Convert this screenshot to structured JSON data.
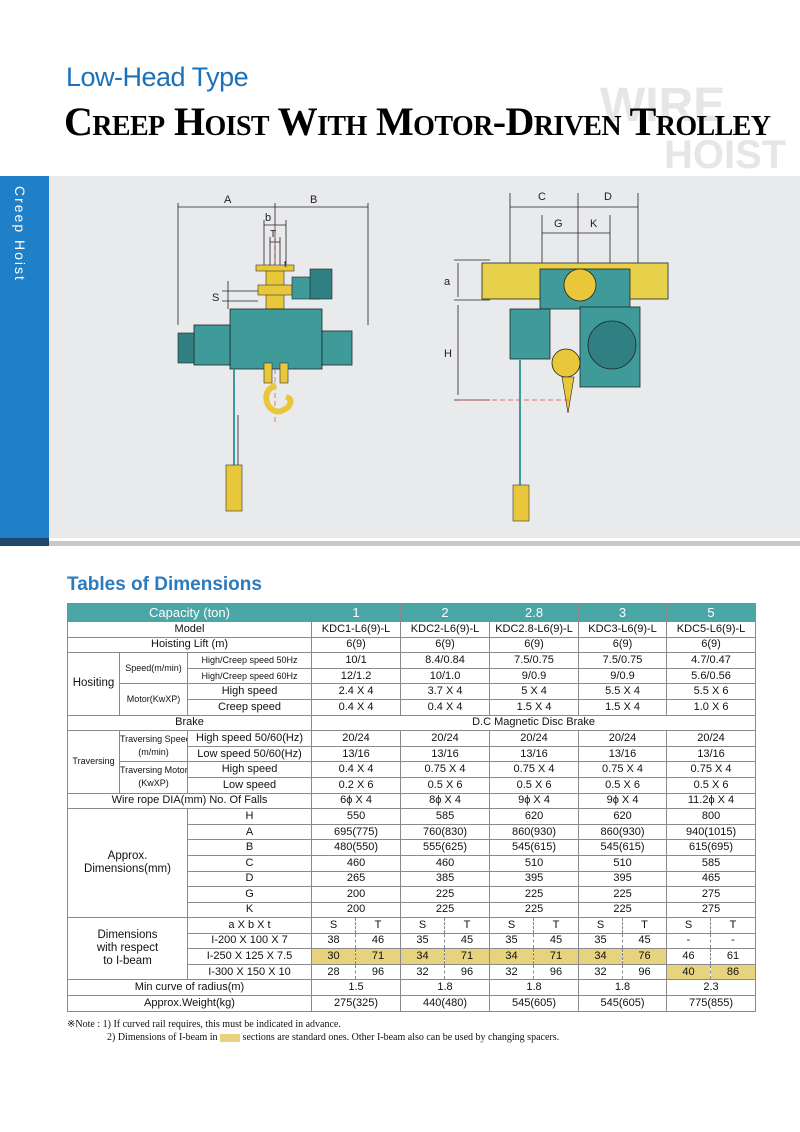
{
  "header": {
    "subtitle": "Low-Head Type",
    "title": "Creep Hoist With Motor-Driven Trolley",
    "watermark_line1": "WIRE",
    "watermark_line2": "HOIST"
  },
  "side_tab": {
    "label": "Creep Hoist"
  },
  "diagram_left": {
    "labels": {
      "A": "A",
      "B": "B",
      "b": "b",
      "T": "T",
      "t": "t",
      "S": "S"
    }
  },
  "diagram_right": {
    "labels": {
      "C": "C",
      "D": "D",
      "G": "G",
      "K": "K",
      "a": "a",
      "H": "H"
    }
  },
  "section_title": "Tables of Dimensions",
  "table": {
    "capacity_label": "Capacity (ton)",
    "capacities": [
      "1",
      "2",
      "2.8",
      "3",
      "5"
    ],
    "model_label": "Model",
    "models": [
      "KDC1-L6(9)-L",
      "KDC2-L6(9)-L",
      "KDC2.8-L6(9)-L",
      "KDC3-L6(9)-L",
      "KDC5-L6(9)-L"
    ],
    "hoisting_lift_label": "Hoisting Lift (m)",
    "hoisting_lift": [
      "6(9)",
      "6(9)",
      "6(9)",
      "6(9)",
      "6(9)"
    ],
    "hoisting_group": "Hositing",
    "speed_label": "Speed(m/min)",
    "speed50_label": "High/Creep speed 50Hz",
    "speed50": [
      "10/1",
      "8.4/0.84",
      "7.5/0.75",
      "7.5/0.75",
      "4.7/0.47"
    ],
    "speed60_label": "High/Creep speed 60Hz",
    "speed60": [
      "12/1.2",
      "10/1.0",
      "9/0.9",
      "9/0.9",
      "5.6/0.56"
    ],
    "motor_label": "Motor(KwXP)",
    "motor_high_label": "High speed",
    "motor_high": [
      "2.4 X 4",
      "3.7 X 4",
      "5 X 4",
      "5.5 X 4",
      "5.5 X 6"
    ],
    "motor_creep_label": "Creep speed",
    "motor_creep": [
      "0.4 X 4",
      "0.4 X 4",
      "1.5 X 4",
      "1.5 X 4",
      "1.0 X 6"
    ],
    "brake_label": "Brake",
    "brake_value": "D.C Magnetic Disc Brake",
    "traversing_group": "Traversing",
    "trav_speed_label1": "Traversing Speed",
    "trav_speed_label2": "(m/min)",
    "trav_high_label": "High speed 50/60(Hz)",
    "trav_high": [
      "20/24",
      "20/24",
      "20/24",
      "20/24",
      "20/24"
    ],
    "trav_low_label": "Low speed 50/60(Hz)",
    "trav_low": [
      "13/16",
      "13/16",
      "13/16",
      "13/16",
      "13/16"
    ],
    "trav_motor_label1": "Traversing Motor",
    "trav_motor_label2": "(KwXP)",
    "trav_motor_high_label": "High speed",
    "trav_motor_high": [
      "0.4 X 4",
      "0.75 X 4",
      "0.75 X 4",
      "0.75 X 4",
      "0.75 X 4"
    ],
    "trav_motor_low_label": "Low speed",
    "trav_motor_low": [
      "0.2 X 6",
      "0.5 X 6",
      "0.5 X 6",
      "0.5 X 6",
      "0.5 X 6"
    ],
    "wire_rope_label": "Wire rope DIA(mm) No. Of Falls",
    "wire_rope": [
      "6ϕ X 4",
      "8ϕ X 4",
      "9ϕ X 4",
      "9ϕ X 4",
      "11.2ϕ X 4"
    ],
    "dimensions_group1": "Approx.",
    "dimensions_group2": "Dimensions(mm)",
    "dims": [
      {
        "label": "H",
        "values": [
          "550",
          "585",
          "620",
          "620",
          "800"
        ]
      },
      {
        "label": "A",
        "values": [
          "695(775)",
          "760(830)",
          "860(930)",
          "860(930)",
          "940(1015)"
        ]
      },
      {
        "label": "B",
        "values": [
          "480(550)",
          "555(625)",
          "545(615)",
          "545(615)",
          "615(695)"
        ]
      },
      {
        "label": "C",
        "values": [
          "460",
          "460",
          "510",
          "510",
          "585"
        ]
      },
      {
        "label": "D",
        "values": [
          "265",
          "385",
          "395",
          "395",
          "465"
        ]
      },
      {
        "label": "G",
        "values": [
          "200",
          "225",
          "225",
          "225",
          "275"
        ]
      },
      {
        "label": "K",
        "values": [
          "200",
          "225",
          "225",
          "225",
          "275"
        ]
      }
    ],
    "ibeam_group1": "Dimensions",
    "ibeam_group2": "with respect",
    "ibeam_group3": "to I-beam",
    "ibeam_header_label": "a X b X t",
    "ibeam_header_cols": [
      "S",
      "T"
    ],
    "ibeam_rows": [
      {
        "label": "I-200 X 100 X 7",
        "values": [
          [
            "38",
            "46"
          ],
          [
            "35",
            "45"
          ],
          [
            "35",
            "45"
          ],
          [
            "35",
            "45"
          ],
          [
            "-",
            "-"
          ]
        ]
      },
      {
        "label": "I-250 X 125 X 7.5",
        "values": [
          [
            "30",
            "71"
          ],
          [
            "34",
            "71"
          ],
          [
            "34",
            "71"
          ],
          [
            "34",
            "76"
          ],
          [
            "46",
            "61"
          ]
        ]
      },
      {
        "label": "I-300 X 150 X 10",
        "values": [
          [
            "28",
            "96"
          ],
          [
            "32",
            "96"
          ],
          [
            "32",
            "96"
          ],
          [
            "32",
            "96"
          ],
          [
            "40",
            "86"
          ]
        ]
      }
    ],
    "min_curve_label": "Min curve of radius(m)",
    "min_curve": [
      "1.5",
      "1.8",
      "1.8",
      "1.8",
      "2.3"
    ],
    "weight_label": "Approx.Weight(kg)",
    "weight": [
      "275(325)",
      "440(480)",
      "545(605)",
      "545(605)",
      "775(855)"
    ]
  },
  "notes": {
    "prefix": "※Note :",
    "note1": "1) If curved rail requires, this must be indicated in advance.",
    "note2_a": "2) Dimensions of I-beam in",
    "note2_b": "sections are standard ones. Other I-beam also can be used by changing spacers."
  },
  "colors": {
    "accent": "#1f80c7",
    "header_row": "#4aa7a6",
    "highlight": "#e7d27e",
    "hoist_body": "#3f9a9a",
    "hook": "#e8c83a",
    "rail": "#e8d14a"
  }
}
